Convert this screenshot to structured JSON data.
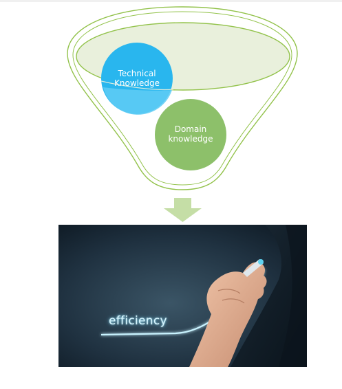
{
  "diagram": {
    "circles": [
      {
        "id": "technical",
        "lines": [
          "Technical",
          "Knowledge"
        ],
        "color": "#29b6ee"
      },
      {
        "id": "domain",
        "lines": [
          "Domain",
          "knowledge"
        ],
        "color": "#8dc06a"
      }
    ],
    "funnel_color": "#92c24a",
    "funnel_fill": "#e9f0dc",
    "arrow_color": "#c5dea6"
  },
  "photo": {
    "caption": "efficiency",
    "icon": "hand-drawing-rising-arrow"
  }
}
